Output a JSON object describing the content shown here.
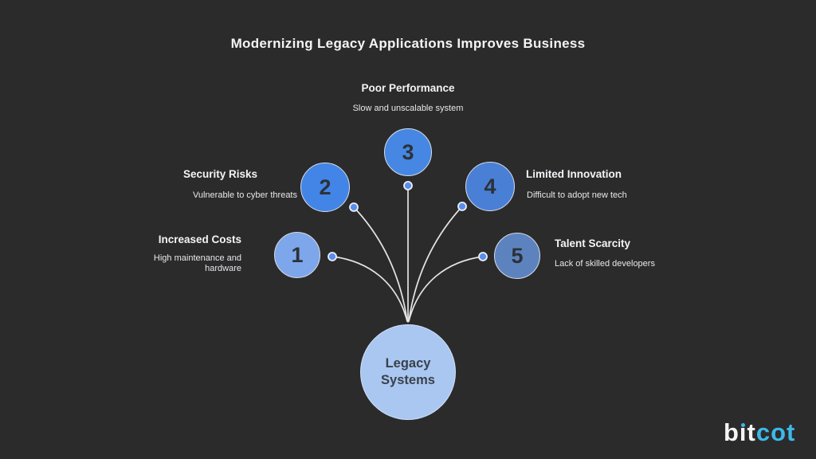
{
  "background_color": "#2b2b2c",
  "title": "Modernizing Legacy Applications Improves Business",
  "factors": [
    {
      "number": "1",
      "heading": "Increased Costs",
      "subtitle": "High maintenance and hardware",
      "circle_color": "#7ea6ea"
    },
    {
      "number": "2",
      "heading": "Security Risks",
      "subtitle": "Vulnerable to cyber threats",
      "circle_color": "#4285e6"
    },
    {
      "number": "3",
      "heading": "Poor Performance",
      "subtitle": "Slow and unscalable system",
      "circle_color": "#4687e4"
    },
    {
      "number": "4",
      "heading": "Limited Innovation",
      "subtitle": "Difficult to adopt new tech",
      "circle_color": "#4a7fd6"
    },
    {
      "number": "5",
      "heading": "Talent Scarcity",
      "subtitle": "Lack of skilled developers",
      "circle_color": "#5d83bf"
    }
  ],
  "center_node": {
    "label": "Legacy Systems",
    "circle_color": "#aac7f2",
    "text_color": "#39414a"
  },
  "connectors": {
    "line_color": "#e4e4e4",
    "dot_fill": "#5b8def",
    "dot_stroke": "#edf1f5"
  },
  "logo": {
    "brand": "bitcot",
    "white_part": "bit",
    "accent_part": "cot",
    "white_color": "#f4f5f6",
    "accent_color": "#3db9e8"
  }
}
